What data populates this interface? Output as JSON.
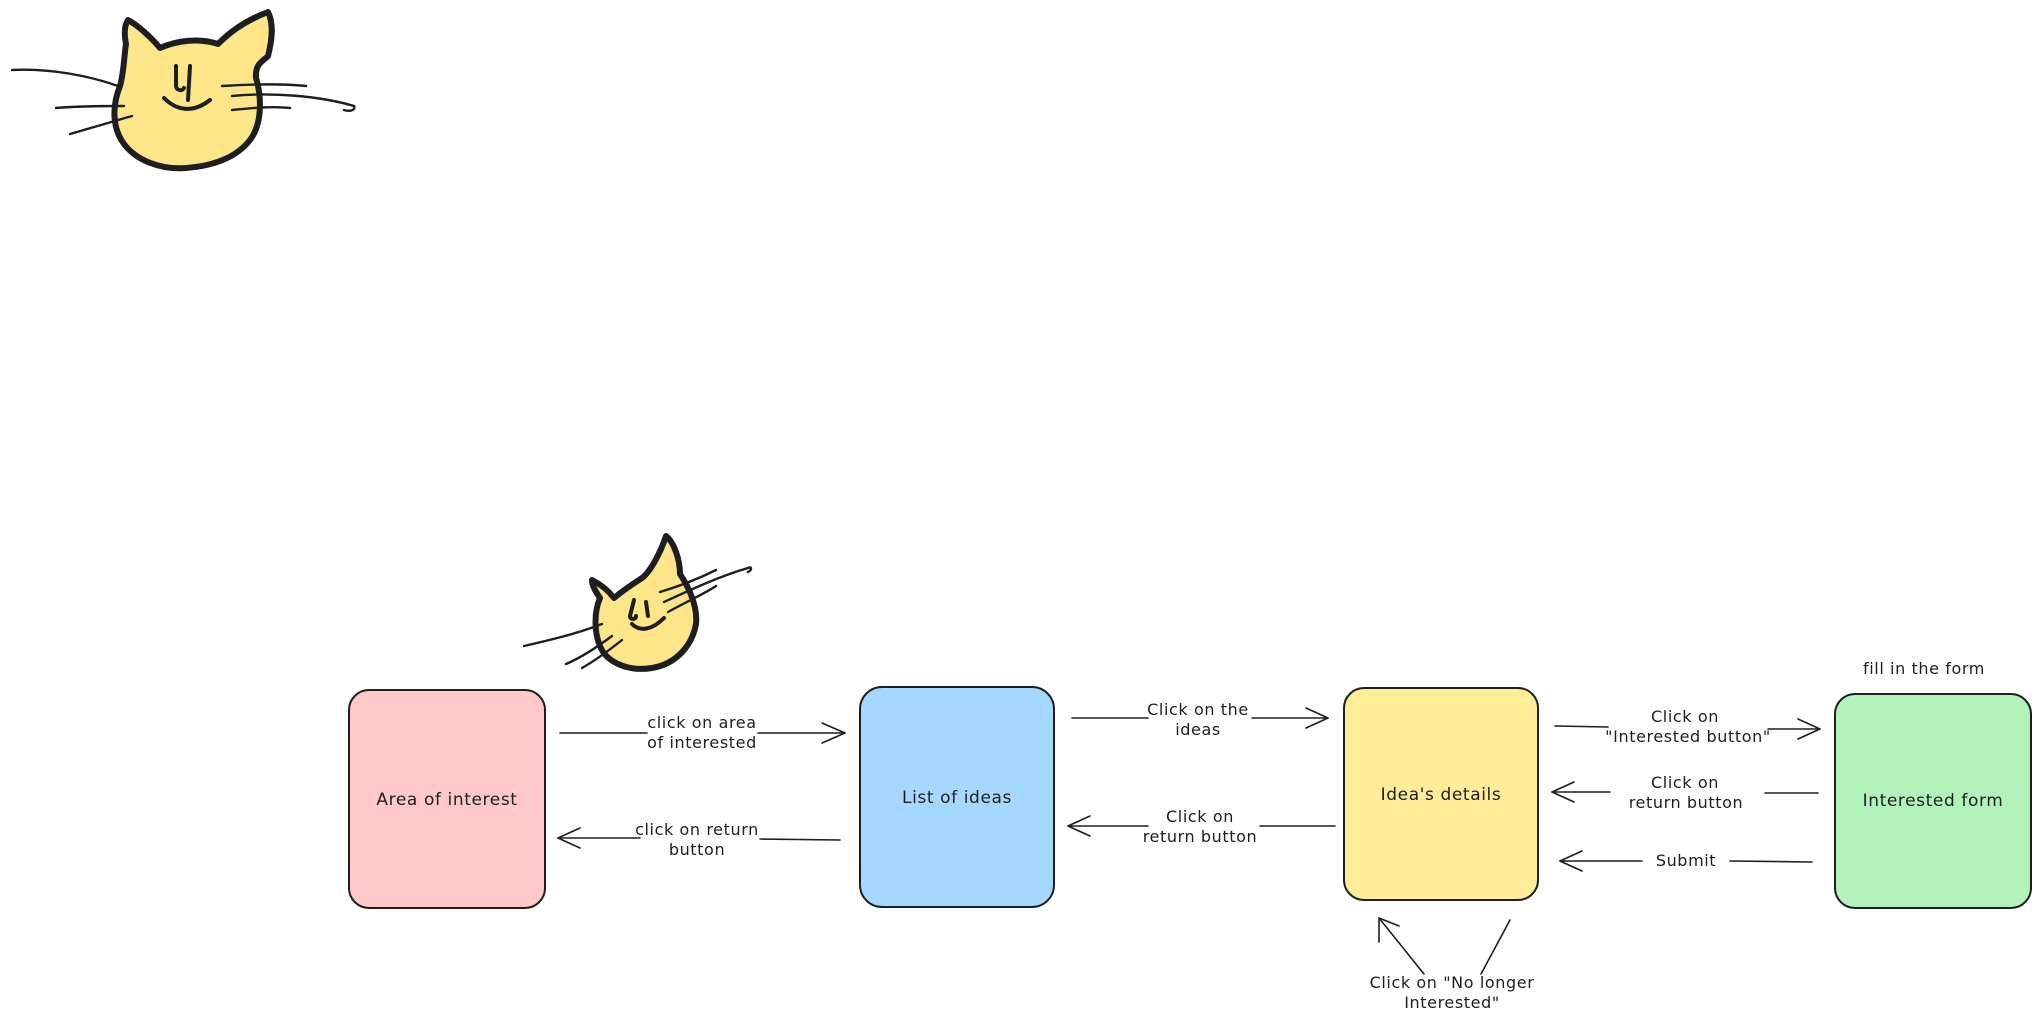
{
  "diagram": {
    "nodes": [
      {
        "id": "area",
        "label": "Area of interest",
        "color": "#ffc9c9"
      },
      {
        "id": "list",
        "label": "List of ideas",
        "color": "#a5d8ff"
      },
      {
        "id": "details",
        "label": "Idea's details",
        "color": "#ffec99"
      },
      {
        "id": "form",
        "label": "Interested form",
        "color": "#b2f2bb"
      }
    ],
    "edges": [
      {
        "from": "area",
        "to": "list",
        "label": [
          "click on area",
          "of interested"
        ]
      },
      {
        "from": "list",
        "to": "area",
        "label": [
          "click on return",
          "button"
        ]
      },
      {
        "from": "list",
        "to": "details",
        "label": [
          "Click on the",
          "ideas"
        ]
      },
      {
        "from": "details",
        "to": "list",
        "label": [
          "Click on",
          "return button"
        ]
      },
      {
        "from": "details",
        "to": "form",
        "label": [
          "Click on",
          "\"Interested button\""
        ]
      },
      {
        "from": "form",
        "to": "details",
        "label": [
          "Click on",
          "return button"
        ]
      },
      {
        "from": "form",
        "to": "details",
        "label": [
          "Submit"
        ]
      },
      {
        "from": "details",
        "to": "details",
        "label": [
          "Click on \"No longer",
          "Interested\""
        ]
      }
    ],
    "annotations": [
      {
        "id": "fill-note",
        "text": "fill in the form"
      }
    ],
    "decorations": [
      "cat-face-large",
      "cat-face-small"
    ],
    "colors": {
      "stroke": "#1e1e1e",
      "cat": "#fde68a"
    }
  }
}
